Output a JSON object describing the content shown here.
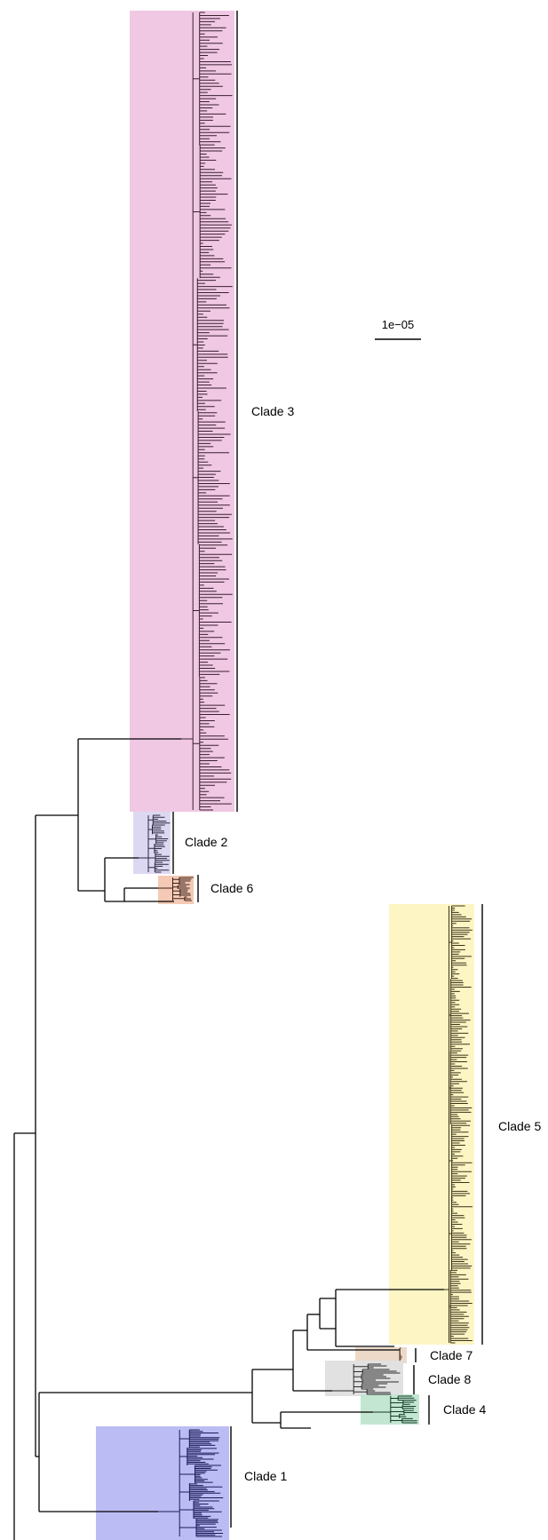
{
  "scale_bar": {
    "label": "1e−05"
  },
  "clades": [
    {
      "label": "Clade 3",
      "color": "#f0c8e4",
      "line": "#3a1f2e"
    },
    {
      "label": "Clade 2",
      "color": "#ddd8f2",
      "line": "#2a2440"
    },
    {
      "label": "Clade 6",
      "color": "#f6c9b6",
      "line": "#3a2218"
    },
    {
      "label": "Clade 5",
      "color": "#fdf5c4",
      "line": "#3a3418"
    },
    {
      "label": "Clade 7",
      "color": "#ecd9c8",
      "line": "#3a2a1c"
    },
    {
      "label": "Clade 8",
      "color": "#e1e1e1",
      "line": "#2b2b2b"
    },
    {
      "label": "Clade 4",
      "color": "#c2e6d2",
      "line": "#143a24"
    },
    {
      "label": "Clade 1",
      "color": "#bcbcf4",
      "line": "#1a1a5a"
    }
  ]
}
